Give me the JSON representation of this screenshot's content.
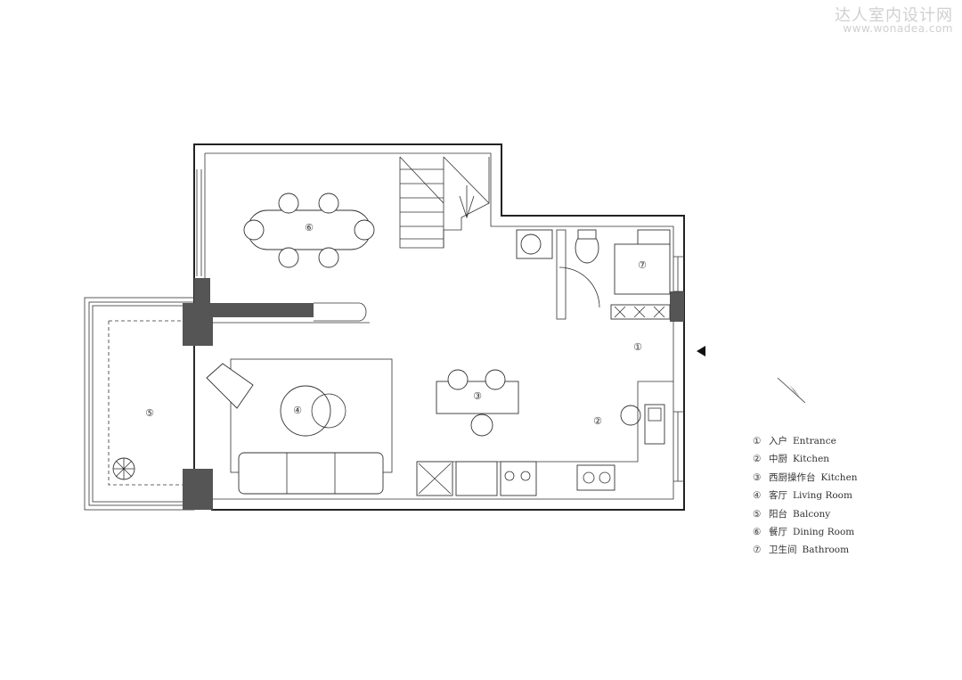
{
  "watermark": {
    "title": "达人室内设计网",
    "url": "www.wonadea.com"
  },
  "room_markers": [
    {
      "id": "1",
      "symbol": "①"
    },
    {
      "id": "2",
      "symbol": "②"
    },
    {
      "id": "3",
      "symbol": "③"
    },
    {
      "id": "4",
      "symbol": "④"
    },
    {
      "id": "5",
      "symbol": "⑤"
    },
    {
      "id": "6",
      "symbol": "⑥"
    },
    {
      "id": "7",
      "symbol": "⑦"
    }
  ],
  "legend": [
    {
      "num": "①",
      "zh": "入户",
      "en": "Entrance"
    },
    {
      "num": "②",
      "zh": "中厨",
      "en": "Kitchen"
    },
    {
      "num": "③",
      "zh": "西厨操作台",
      "en": "Kitchen"
    },
    {
      "num": "④",
      "zh": "客厅",
      "en": "Living Room"
    },
    {
      "num": "⑤",
      "zh": "阳台",
      "en": "Balcony"
    },
    {
      "num": "⑥",
      "zh": "餐厅",
      "en": "Dining Room"
    },
    {
      "num": "⑦",
      "zh": "卫生间",
      "en": "Bathroom"
    }
  ],
  "icons": {
    "entrance": "entrance-arrow-icon",
    "north": "north-compass-icon"
  }
}
